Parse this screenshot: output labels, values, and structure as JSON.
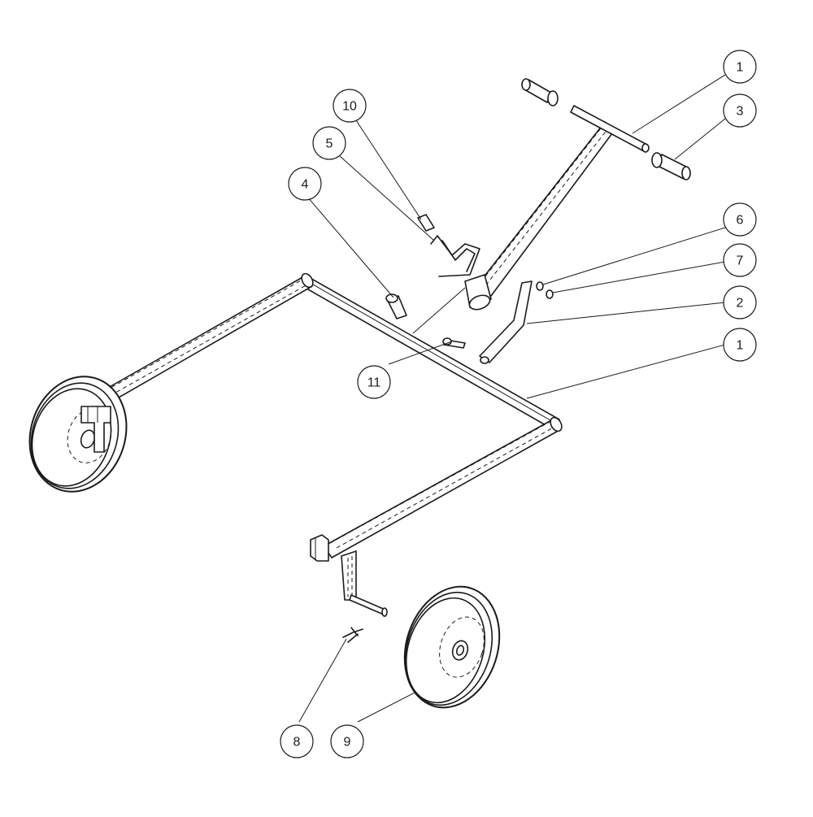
{
  "labels": {
    "p1_handle": "1",
    "p3": "3",
    "p10": "10",
    "p5": "5",
    "p4": "4",
    "p6": "6",
    "p7": "7",
    "p2": "2",
    "p1_frame": "1",
    "p11": "11",
    "p8": "8",
    "p9": "9"
  },
  "colors": {
    "line": "#1a1a1a",
    "background": "#ffffff"
  }
}
